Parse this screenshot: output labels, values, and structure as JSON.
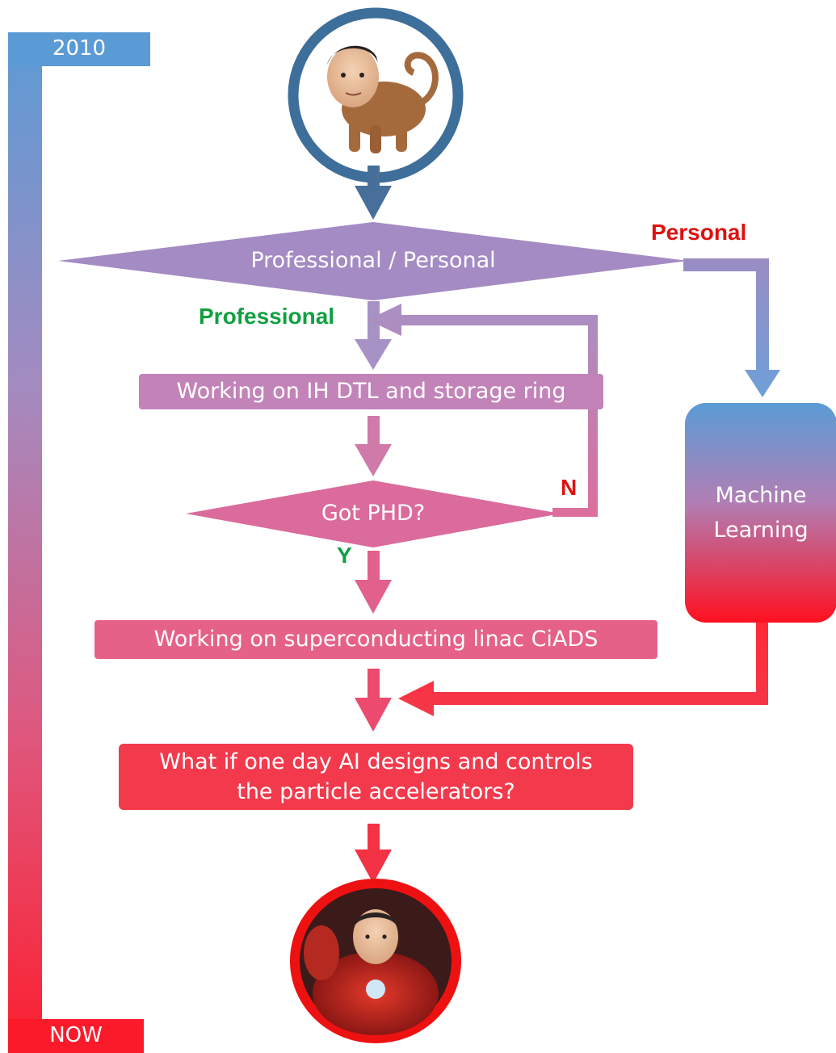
{
  "timeline": {
    "start_label": "2010",
    "end_label": "NOW"
  },
  "decision_main": {
    "text": "Professional / Personal"
  },
  "branch_personal": {
    "text": "Personal",
    "color": "#e01010"
  },
  "branch_professional": {
    "text": "Professional",
    "color": "#10a040"
  },
  "step_ih_dtl": {
    "text": "Working on IH DTL and storage ring"
  },
  "decision_phd": {
    "text": "Got PHD?"
  },
  "answer_no": {
    "text": "N",
    "color": "#e01010"
  },
  "answer_yes": {
    "text": "Y",
    "color": "#10a040"
  },
  "step_ciads": {
    "text": "Working on superconducting linac CiADS"
  },
  "side_ml": {
    "line1": "Machine",
    "line2": "Learning"
  },
  "final_question": {
    "line1": "What if one day AI designs and controls",
    "line2": "the particle accelerators?"
  },
  "colors": {
    "blue": "#5b9bd5",
    "purple": "#a78bc2",
    "pink": "#dc6a9a",
    "red": "#f8303e",
    "circle_top": "#3e6e9a",
    "circle_bottom": "#ee1111"
  }
}
